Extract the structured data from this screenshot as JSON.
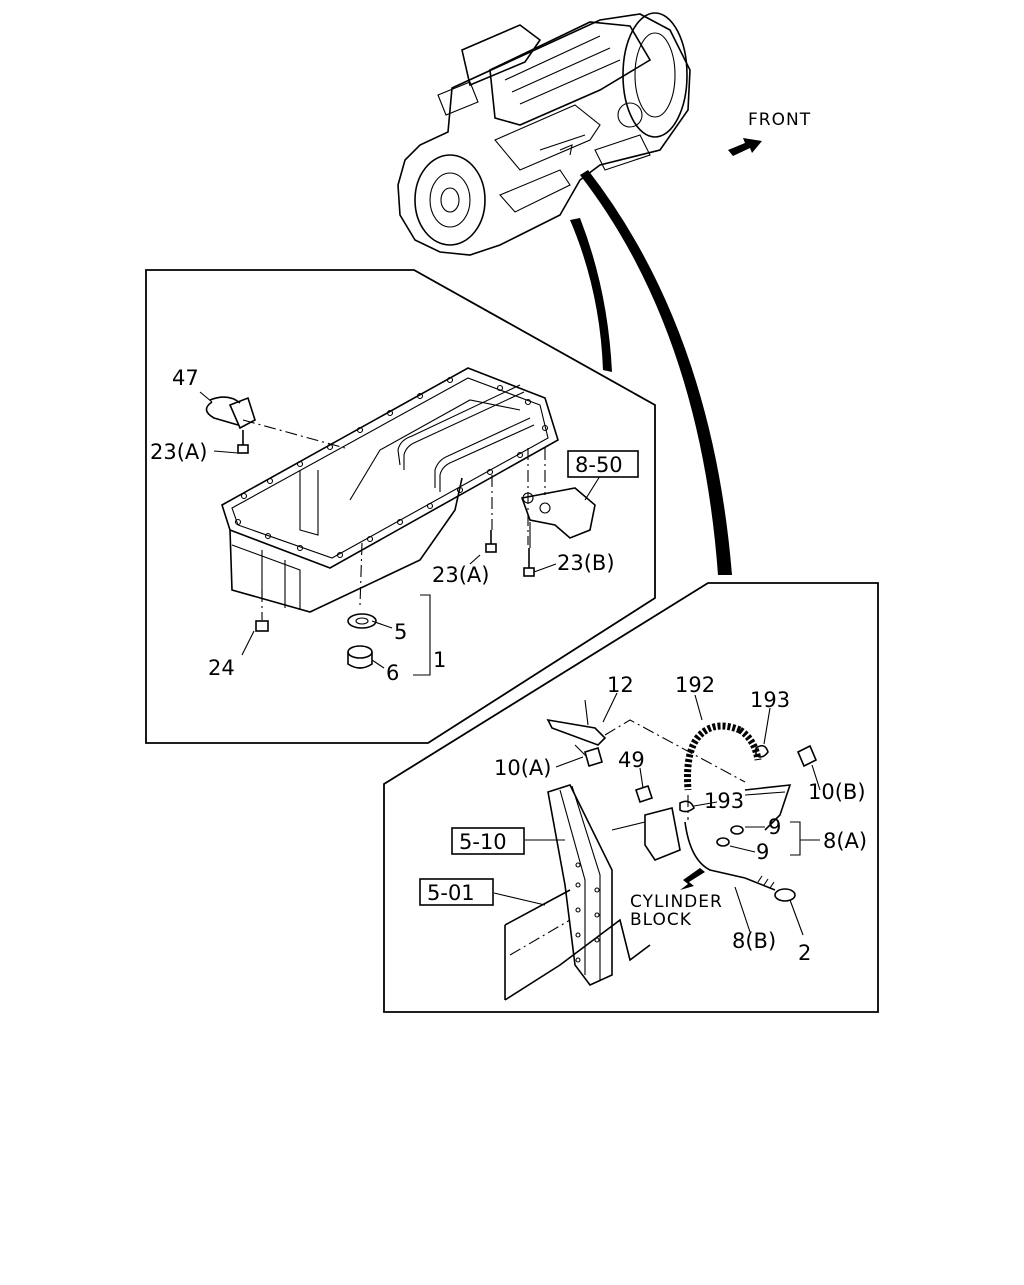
{
  "front_label": "FRONT",
  "callouts": {
    "c47": "47",
    "c23a_top": "23(A)",
    "c23a_mid": "23(A)",
    "c23b": "23(B)",
    "c24": "24",
    "c5": "5",
    "c6": "6",
    "c1": "1",
    "c12": "12",
    "c192": "192",
    "c193_top": "193",
    "c193_mid": "193",
    "c10a": "10(A)",
    "c10b": "10(B)",
    "c49": "49",
    "c9_top": "9",
    "c9_bot": "9",
    "c8a": "8(A)",
    "c8b": "8(B)",
    "c2": "2"
  },
  "ref_boxes": {
    "r850": "8-50",
    "r510": "5-10",
    "r501": "5-01"
  },
  "cylinder_block": {
    "line1": "CYLINDER",
    "line2": "BLOCK"
  }
}
